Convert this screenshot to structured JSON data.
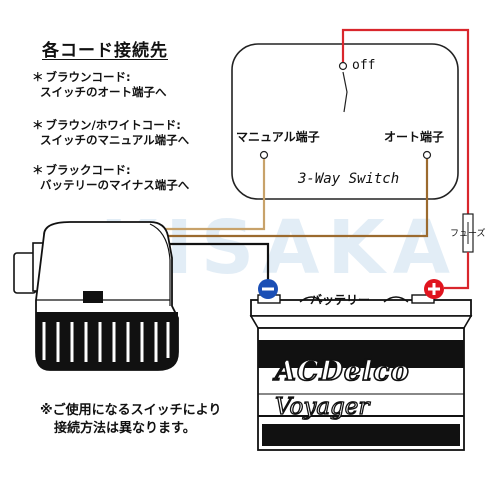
{
  "title": "各コード接続先",
  "notes": [
    {
      "line1": "ブラウンコード:",
      "line2": "スイッチのオート端子へ"
    },
    {
      "line1": "ブラウン/ホワイトコード:",
      "line2": "スイッチのマニュアル端子へ"
    },
    {
      "line1": "ブラックコード:",
      "line2": "バッテリーのマイナス端子へ"
    }
  ],
  "note_marker": "＊",
  "switch": {
    "off_label": "off",
    "manual_label": "マニュアル端子",
    "auto_label": "オート端子",
    "name": "3-Way Switch"
  },
  "fuse_label": "フューズ",
  "battery": {
    "label": "バッテリー",
    "brand": "ACDelco",
    "model": "Voyager"
  },
  "watermark": "KISAKA",
  "footnote": {
    "line1": "※ご使用になるスイッチにより",
    "line2": "接続方法は異なります。"
  },
  "colors": {
    "positive": "#e0141e",
    "negative": "#1b4fb5",
    "brown": "#9b6a2e",
    "wire_red": "#d9262c",
    "watermark": "#1e6fb8"
  }
}
